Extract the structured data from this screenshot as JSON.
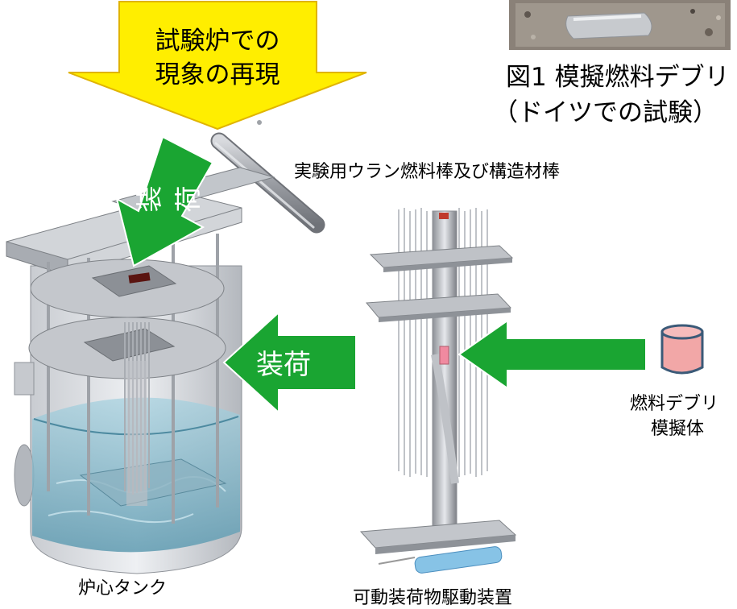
{
  "banner": {
    "line1": "試験炉での",
    "line2": "現象の再現"
  },
  "figure_caption": {
    "line1": "図1 模擬燃料デブリ",
    "line2": "（ドイツでの試験）"
  },
  "labels": {
    "rods": "実験用ウラン燃料棒及び構造材棒",
    "load_arrow_top": "装荷",
    "load_arrow_mid": "装荷",
    "debris_line1": "燃料デブリ",
    "debris_line2": "模擬体",
    "core_tank": "炉心タンク",
    "drive_device": "可動装荷物駆動装置"
  },
  "colors": {
    "banner_fill": "#ffee00",
    "banner_stroke": "#e0b400",
    "arrow_green": "#1aa532",
    "arrow_stroke": "#ffffff",
    "steel": "#b9bcc2",
    "water": "#7fb4c8",
    "debris_pink": "#f2a7a7",
    "debris_outline": "#3b5a78"
  },
  "icons": {
    "photo": "debris-photo",
    "rod": "fuel-rod-image",
    "tank": "core-tank-drawing",
    "device": "drive-device-drawing",
    "cylinder": "debris-cylinder-icon"
  }
}
